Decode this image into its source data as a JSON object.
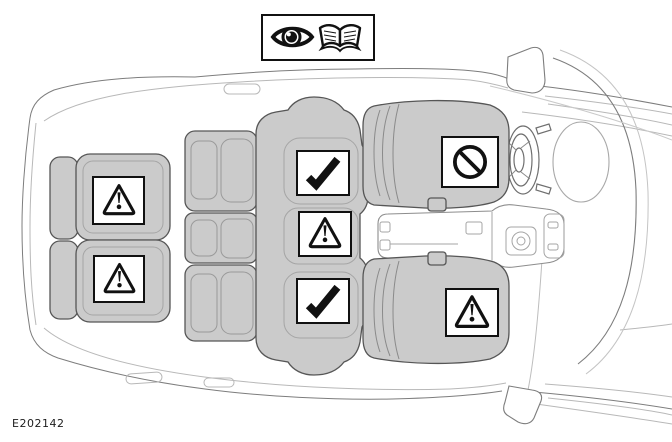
{
  "figure": {
    "code": "E202142"
  },
  "legend": {
    "icons": [
      {
        "name": "eye-icon"
      },
      {
        "name": "owners-manual-book-icon"
      }
    ]
  },
  "seating_positions": [
    {
      "location": "rear-row-upper-outboard-seat",
      "symbol": "warning-triangle"
    },
    {
      "location": "rear-row-lower-outboard-seat",
      "symbol": "warning-triangle"
    },
    {
      "location": "middle-row-upper-outboard-seat",
      "symbol": "checkmark"
    },
    {
      "location": "middle-row-center-seat",
      "symbol": "warning-triangle"
    },
    {
      "location": "middle-row-lower-outboard-seat",
      "symbol": "checkmark"
    },
    {
      "location": "front-row-upper-seat",
      "symbol": "prohibition"
    },
    {
      "location": "front-row-lower-seat",
      "symbol": "warning-triangle"
    }
  ],
  "colors": {
    "background": "#ffffff",
    "seat_fill": "#cbcbcb",
    "seat_outline": "#565656",
    "body_outline": "#7d7d7d",
    "detail_line": "#b8b8b8",
    "symbol_black": "#111111"
  }
}
